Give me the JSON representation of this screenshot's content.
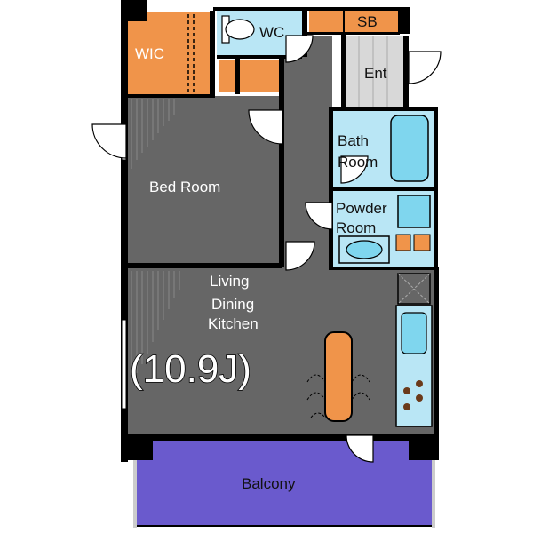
{
  "plan": {
    "labels": {
      "wic": "WIC",
      "wc": "WC",
      "sb": "SB",
      "ent": "Ent",
      "bath_1": "Bath",
      "bath_2": "Room",
      "powder_1": "Powder",
      "powder_2": "Room",
      "bedroom": "Bed Room",
      "ldk_1": "Living",
      "ldk_2": "Dining",
      "ldk_3": "Kitchen",
      "ldk_size": "(10.9J)",
      "balcony": "Balcony"
    },
    "colors": {
      "floor_gray": "#666666",
      "storage_orange": "#f0944a",
      "water_blue": "#b9e6f5",
      "fixture_blue": "#7fd6ee",
      "entrance_gray": "#d8d8d8",
      "balcony_purple": "#6a5acd",
      "wall": "#000000"
    }
  }
}
